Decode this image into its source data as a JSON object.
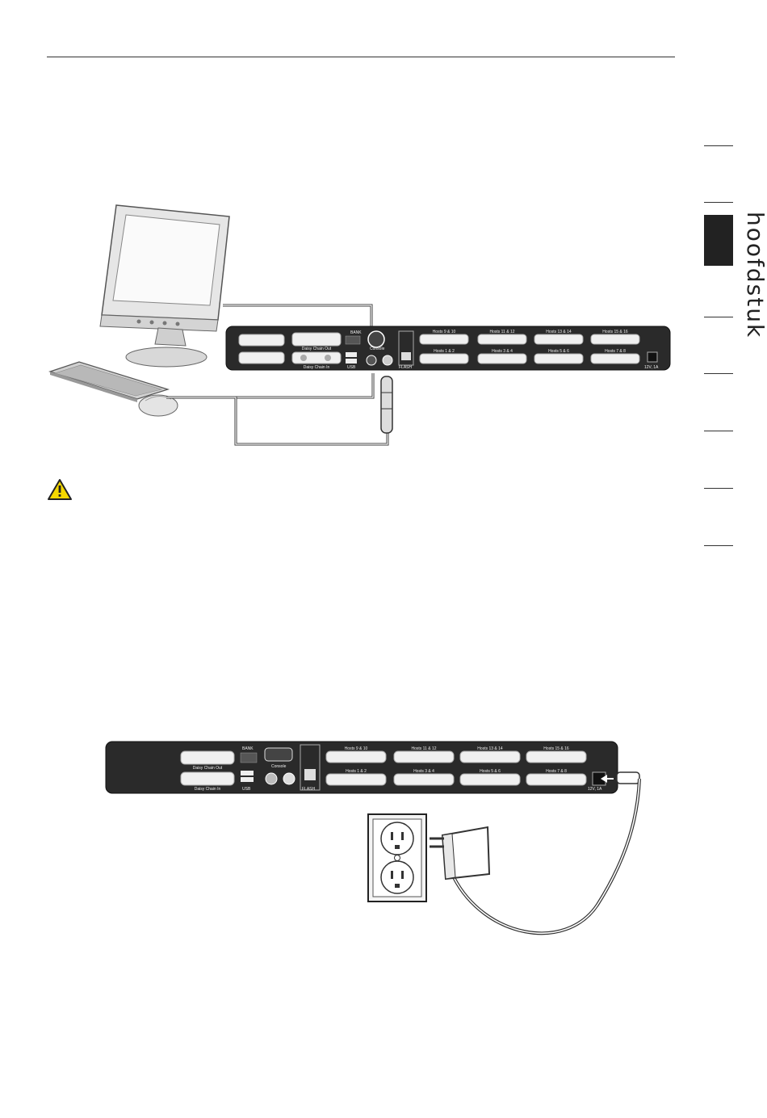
{
  "sidebar": {
    "chapter_label": "hoofdstuk"
  },
  "diagram1": {
    "bank_label": "BANK",
    "console_label": "Console",
    "daisy_out_label": "Daisy Chain Out",
    "daisy_in_label": "Daisy Chain In",
    "usb_label": "USB",
    "flash_label": "FLASH",
    "power_label": "12V, 1A",
    "hosts_top": [
      "Hosts 9 & 10",
      "Hosts 11 & 12",
      "Hosts 13 & 14",
      "Hosts 15 & 16"
    ],
    "hosts_bottom": [
      "Hosts 1 & 2",
      "Hosts 3 & 4",
      "Hosts 5 & 6",
      "Hosts 7 & 8"
    ]
  },
  "diagram2": {
    "bank_label": "BANK",
    "console_label": "Console",
    "daisy_out_label": "Daisy Chain Out",
    "daisy_in_label": "Daisy Chain In",
    "usb_label": "USB",
    "flash_label": "FLASH",
    "power_label": "12V, 1A",
    "hosts_top": [
      "Hosts 9 & 10",
      "Hosts 11 & 12",
      "Hosts 13 & 14",
      "Hosts 15 & 16"
    ],
    "hosts_bottom": [
      "Hosts 1 & 2",
      "Hosts 3 & 4",
      "Hosts 5 & 6",
      "Hosts 7 & 8"
    ]
  },
  "colors": {
    "panel": "#2a2a2a",
    "warning": "#f5d800",
    "ink": "#222222"
  }
}
